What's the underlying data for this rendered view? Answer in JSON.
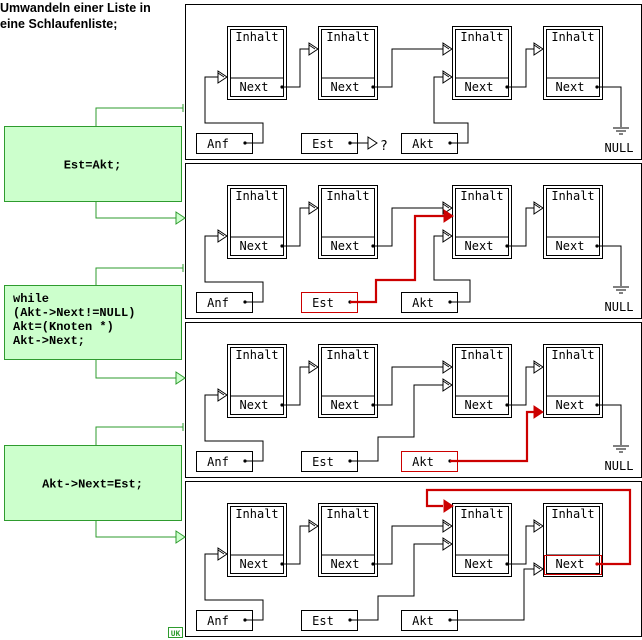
{
  "title": "Umwandeln einer Liste in\neine Schlaufenliste;",
  "node_labels": {
    "content": "Inhalt",
    "next": "Next"
  },
  "pointers": {
    "anf": "Anf",
    "est": "Est",
    "akt": "Akt"
  },
  "null_label": "NULL",
  "question_mark": "?",
  "code_steps": [
    {
      "lines": [
        "Est=Akt;"
      ]
    },
    {
      "lines": [
        "while",
        "(Akt->Next!=NULL)",
        "  Akt=(Knoten *)",
        "      Akt->Next;"
      ]
    },
    {
      "lines": [
        "Akt->Next=Est;"
      ]
    }
  ],
  "signature": "UK",
  "colors": {
    "green_fill": "#ccffcc",
    "green_line": "#2e9b2e",
    "highlight": "#cc0000"
  }
}
